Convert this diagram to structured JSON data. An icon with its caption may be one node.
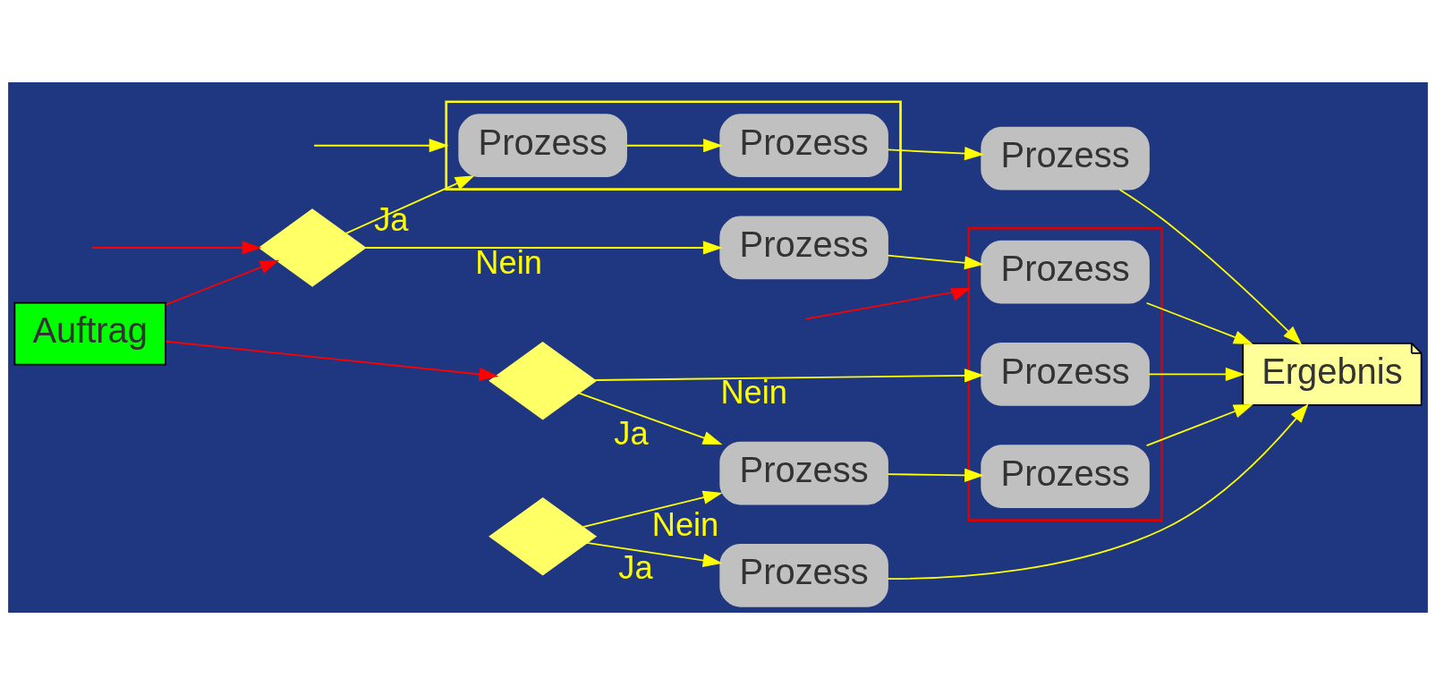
{
  "diagram": {
    "nodes": [
      {
        "text": [
          "Auftrag"
        ]
      },
      {
        "text": [],
        "shape": "box"
      },
      {
        "text": [],
        "shape": "box"
      },
      {
        "text": [],
        "shape": "diamond"
      },
      {
        "text": [
          "Prozess"
        ],
        "in": 1
      },
      {
        "text": [
          "Prozess"
        ],
        "in": 1
      },
      {
        "text": [
          "Prozess"
        ]
      },
      {
        "text": [
          "Prozess"
        ]
      },
      {
        "text": [
          "Prozess"
        ],
        "in": 2
      },
      {
        "text": [],
        "shape": "diamond"
      },
      {
        "text": [
          "Prozess"
        ]
      },
      {
        "text": [
          "Ergebnis"
        ]
      },
      {
        "text": [],
        "shape": "diamond"
      },
      {
        "text": [
          "Prozess"
        ]
      },
      {
        "text": [
          "Prozess"
        ],
        "in": 2
      },
      {
        "text": [
          "Prozess"
        ],
        "in": 2
      }
    ],
    "edges": [
      {
        "from": 0,
        "to": 3,
        "arrow": "to",
        "color": "#ff0000"
      },
      {
        "from": 0,
        "to": 12,
        "arrow": "to",
        "color": "#ff0000"
      },
      {
        "from": null,
        "to": 3,
        "arrow": "to",
        "color": "#ff0000"
      },
      {
        "from": null,
        "to": 1,
        "arrow": "to"
      },
      {
        "from": null,
        "to": 2,
        "arrow": "to",
        "color": "#ff0000"
      },
      {
        "from": 3,
        "to": 4,
        "arrow": "to",
        "label": "Ja"
      },
      {
        "from": 4,
        "to": 5,
        "arrow": "to"
      },
      {
        "from": 5,
        "to": 6,
        "arrow": "to"
      },
      {
        "from": 3,
        "to": 7,
        "arrow": "to",
        "label": "Nein"
      },
      {
        "from": 7,
        "to": 8,
        "arrow": "to"
      },
      {
        "from": 9,
        "to": 10,
        "arrow": "to",
        "label": "Ja"
      },
      {
        "from": 9,
        "to": 13,
        "arrow": "to",
        "label": "Nein"
      },
      {
        "from": 12,
        "to": 13,
        "arrow": "to",
        "label": "Ja"
      },
      {
        "from": 12,
        "to": 15,
        "arrow": "to",
        "label": "Nein"
      },
      {
        "from": 13,
        "to": 14,
        "arrow": "to"
      },
      {
        "from": 6,
        "to": 11,
        "arrow": "to"
      },
      {
        "from": 8,
        "to": 11,
        "arrow": "to"
      },
      {
        "from": 10,
        "to": 11,
        "arrow": "to"
      },
      {
        "from": 14,
        "to": 11,
        "arrow": "to"
      },
      {
        "from": 15,
        "to": 11,
        "arrow": "to"
      }
    ]
  }
}
